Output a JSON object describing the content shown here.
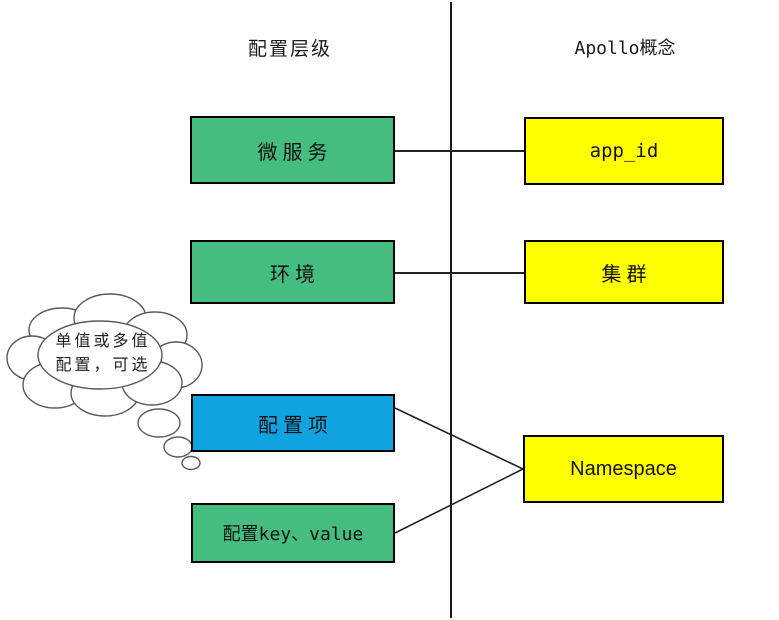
{
  "diagram": {
    "title_left": "配置层级",
    "title_right": "Apollo概念",
    "columns": {
      "left_header": "配置层级",
      "right_header": "Apollo概念"
    },
    "colors": {
      "green": "#45bd7e",
      "yellow": "#ffff00",
      "blue": "#0fa3e2",
      "stroke": "#000000",
      "divider": "#1a1a1a",
      "text": "#111111"
    },
    "nodes": {
      "microservice": "微服务",
      "environment": "环境",
      "config_item": "配置项",
      "config_kv": "配置key、value",
      "app_id": "app_id",
      "cluster": "集群",
      "namespace": "Namespace"
    },
    "annotation": {
      "line1": "单值或多值",
      "line2": "配置，可选"
    }
  }
}
